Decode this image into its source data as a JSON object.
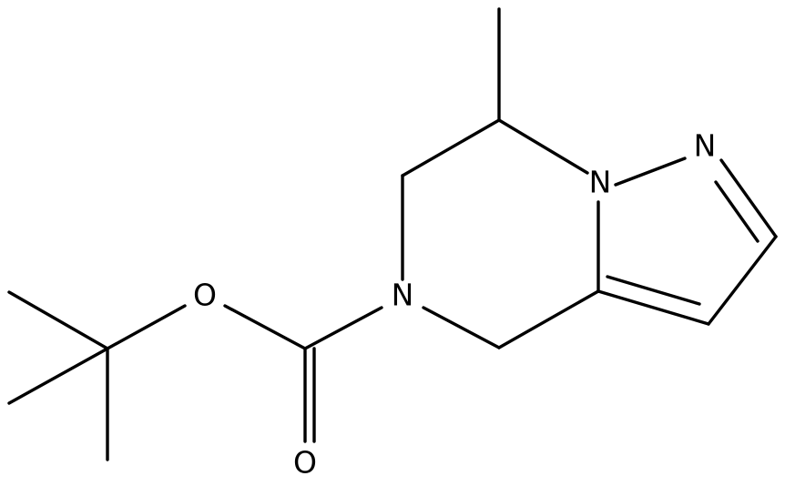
{
  "structure": {
    "colors": {
      "bond": "#000000",
      "background": "#ffffff"
    },
    "atoms": {
      "n_pyrazole": "N",
      "n_bridge": "N",
      "n_amide": "N",
      "o_ester": "O",
      "o_carbonyl": "O"
    }
  }
}
